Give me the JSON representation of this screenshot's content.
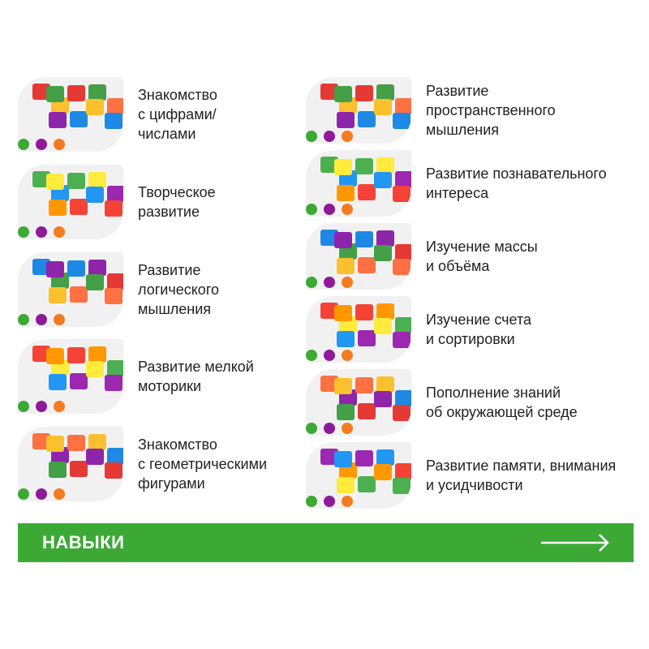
{
  "colors": {
    "green": "#3ca935",
    "purple": "#8e1a9a",
    "orange": "#f47b20"
  },
  "left": [
    {
      "label": [
        "Знакомство",
        "с цифрами/",
        "числами"
      ]
    },
    {
      "label": [
        "Творческое",
        "развитие"
      ]
    },
    {
      "label": [
        "Развитие",
        "логического",
        "мышления"
      ]
    },
    {
      "label": [
        "Развитие мелкой",
        "моторики"
      ]
    },
    {
      "label": [
        "Знакомство",
        "с геометрическими",
        "фигурами"
      ]
    }
  ],
  "right": [
    {
      "label": [
        "Развитие",
        "пространственного",
        "мышления"
      ]
    },
    {
      "label": [
        "Развитие познавательного",
        "интереса"
      ]
    },
    {
      "label": [
        "Изучение массы",
        "и объёма"
      ]
    },
    {
      "label": [
        "Изучение счета",
        "и сортировки"
      ]
    },
    {
      "label": [
        "Пополнение знаний",
        "об окружающей среде"
      ]
    },
    {
      "label": [
        "Развитие памяти, внимания",
        "и усидчивости"
      ]
    }
  ],
  "banner": {
    "label": "НАВЫКИ",
    "icon": "arrow-right-icon"
  }
}
